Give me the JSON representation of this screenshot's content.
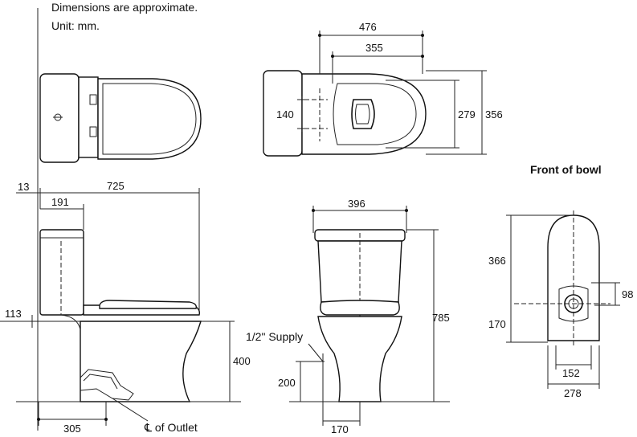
{
  "notes": {
    "line1": "Dimensions are approximate.",
    "line2": "Unit: mm."
  },
  "front_of_bowl": {
    "title": "Front of bowl",
    "dims": {
      "d366": "366",
      "d98": "98",
      "d170": "170",
      "d152": "152",
      "d278": "278"
    }
  },
  "top_view": {
    "dims": {
      "d476": "476",
      "d355": "355",
      "d140": "140",
      "d279": "279",
      "d356": "356"
    }
  },
  "side_view": {
    "dims": {
      "d13": "13",
      "d725": "725",
      "d191": "191",
      "d113": "113",
      "d400": "400",
      "d305": "305"
    },
    "outlet_label": "℄ of Outlet"
  },
  "front_view": {
    "dims": {
      "d396": "396",
      "d785": "785",
      "d200": "200",
      "d170": "170"
    },
    "supply_label": "1/2\" Supply"
  }
}
